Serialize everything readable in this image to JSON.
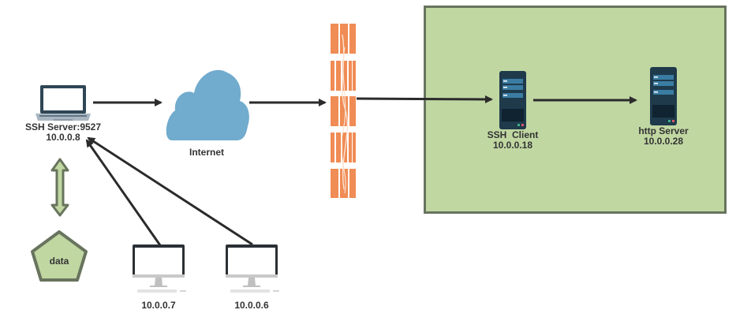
{
  "diagram": {
    "title": "SSH tunnel network diagram",
    "colors": {
      "zone_fill": "#c0d7a2",
      "zone_border": "#68745e",
      "cloud": "#71abcd",
      "firewall": "#f08c55",
      "server_body": "#1e3a4b",
      "arrow": "#2b2b2b",
      "pentagon_fill": "#c0d7a2",
      "pentagon_border": "#68745e"
    },
    "nodes": {
      "ssh_server": {
        "type": "laptop-icon",
        "name": "SSH Server:9527",
        "ip": "10.0.0.8"
      },
      "internet": {
        "type": "cloud-icon",
        "name": "Internet"
      },
      "firewall": {
        "type": "firewall-icon",
        "name": ""
      },
      "ssh_client": {
        "type": "server-icon",
        "name": "SSH  Client",
        "ip": "10.0.0.18"
      },
      "http_server": {
        "type": "server-icon",
        "name": "http Server",
        "ip": "10.0.0.28"
      },
      "data": {
        "type": "pentagon",
        "name": "data"
      },
      "pc1": {
        "type": "monitor-icon",
        "ip": "10.0.0.7"
      },
      "pc2": {
        "type": "monitor-icon",
        "ip": "10.0.0.6"
      }
    },
    "edges": [
      {
        "from": "ssh_server",
        "to": "internet",
        "style": "arrow"
      },
      {
        "from": "internet",
        "to": "firewall",
        "style": "arrow"
      },
      {
        "from": "firewall",
        "to": "ssh_client",
        "style": "arrow"
      },
      {
        "from": "ssh_client",
        "to": "http_server",
        "style": "arrow"
      },
      {
        "from": "pc1",
        "to": "ssh_server",
        "style": "arrow"
      },
      {
        "from": "pc2",
        "to": "ssh_server",
        "style": "arrow"
      },
      {
        "from": "ssh_server",
        "to": "data",
        "style": "double-arrow"
      }
    ]
  }
}
